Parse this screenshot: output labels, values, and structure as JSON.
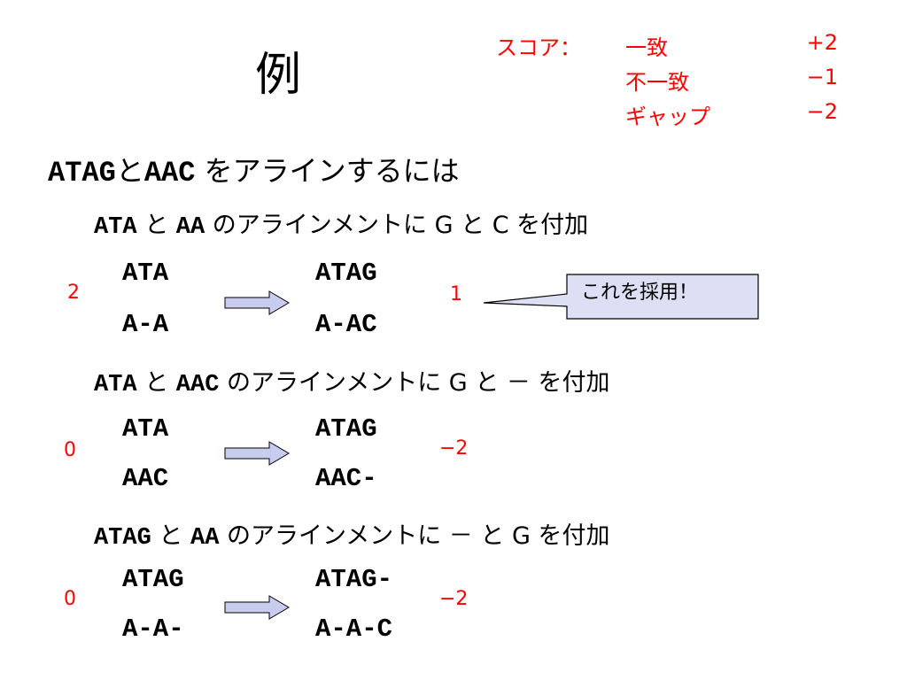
{
  "title": "例",
  "scoring": {
    "label": "スコア：",
    "rows": [
      {
        "name": "一致",
        "value": "+2"
      },
      {
        "name": "不一致",
        "value": "−1"
      },
      {
        "name": "ギャップ",
        "value": "−2"
      }
    ]
  },
  "headline": {
    "seq1": "ATAG",
    "conj": "と",
    "seq2": "AAC",
    "rest": "をアラインするには"
  },
  "cases": [
    {
      "heading": {
        "seqA": "ATA",
        "conj1": "と",
        "seqB": "AA",
        "mid": "のアラインメントに",
        "addA": "G",
        "conj2": "と",
        "addB": "C",
        "end": "を付加"
      },
      "left_score": "2",
      "before": [
        "ATA",
        "A-A"
      ],
      "after": [
        "ATAG",
        "A-AC"
      ],
      "right_score": "1",
      "callout": "これを採用！"
    },
    {
      "heading": {
        "seqA": "ATA",
        "conj1": "と",
        "seqB": "AAC",
        "mid": "のアラインメントに",
        "addA": "G",
        "conj2": "と",
        "addB": "－",
        "end": "を付加"
      },
      "left_score": "0",
      "before": [
        "ATA",
        "AAC"
      ],
      "after": [
        "ATAG",
        "AAC-"
      ],
      "right_score": "−2"
    },
    {
      "heading": {
        "seqA": "ATAG",
        "conj1": "と",
        "seqB": "AA",
        "mid": "のアラインメントに",
        "addA": "－",
        "conj2": "と",
        "addB": "G",
        "end": "を付加"
      },
      "left_score": "0",
      "before": [
        "ATAG",
        "A-A-"
      ],
      "after": [
        "ATAG-",
        "A-A-C"
      ],
      "right_score": "−2"
    }
  ],
  "colors": {
    "accent": "#ff0000",
    "arrow_fill": "#c8cdf0",
    "callout_fill": "#dde0f5"
  }
}
